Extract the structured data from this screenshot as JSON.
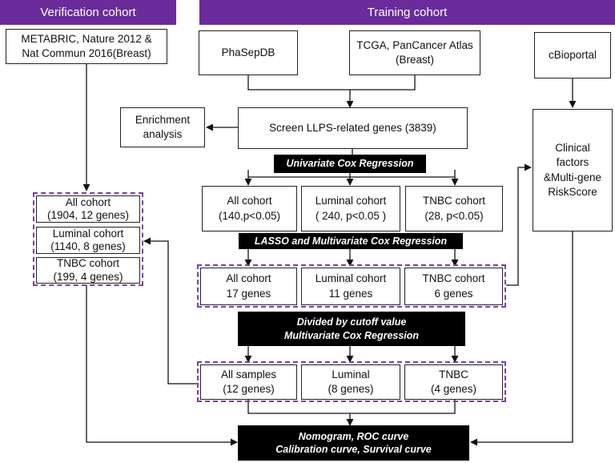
{
  "headers": {
    "verification": "Verification cohort",
    "training": "Training cohort"
  },
  "sources": {
    "metabric": [
      "METABRIC, Nature 2012 &",
      "Nat Commun 2016(Breast)"
    ],
    "phasepdb": [
      "PhaSepDB"
    ],
    "tcga": [
      "TCGA, PanCancer Atlas",
      "(Breast)"
    ],
    "cbioportal": [
      "cBioportal"
    ]
  },
  "enrichment": [
    "Enrichment",
    "analysis"
  ],
  "screen": [
    "Screen LLPS-related genes (3839)"
  ],
  "clinical": [
    "Clinical",
    "factors",
    "&Multi-gene",
    "RiskScore"
  ],
  "verification_cohorts": [
    [
      "All cohort",
      "(1904, 12 genes)"
    ],
    [
      "Luminal cohort",
      "(1140, 8 genes)"
    ],
    [
      "TNBC cohort",
      "(199, 4 genes)"
    ]
  ],
  "univariate_cohorts": [
    [
      "All cohort",
      "(140,p<0.05)"
    ],
    [
      "Luminal cohort",
      "( 240, p<0.05 )"
    ],
    [
      "TNBC cohort",
      "(28, p<0.05)"
    ]
  ],
  "multivariate_cohorts": [
    [
      "All cohort",
      "17 genes"
    ],
    [
      "Luminal cohort",
      "11 genes"
    ],
    [
      "TNBC cohort",
      "6 genes"
    ]
  ],
  "risk_groups": [
    [
      "All samples",
      "(12 genes)"
    ],
    [
      "Luminal",
      "(8 genes)"
    ],
    [
      "TNBC",
      "(4 genes)"
    ]
  ],
  "steps": {
    "univariate": [
      "Univariate Cox Regression"
    ],
    "lasso": [
      "LASSO and Multivariate Cox Regression"
    ],
    "cutoff": [
      "Divided by cutoff value",
      "Multivariate Cox Regression"
    ],
    "final": [
      "Nomogram, ROC curve",
      "Calibration curve, Survival curve"
    ]
  }
}
